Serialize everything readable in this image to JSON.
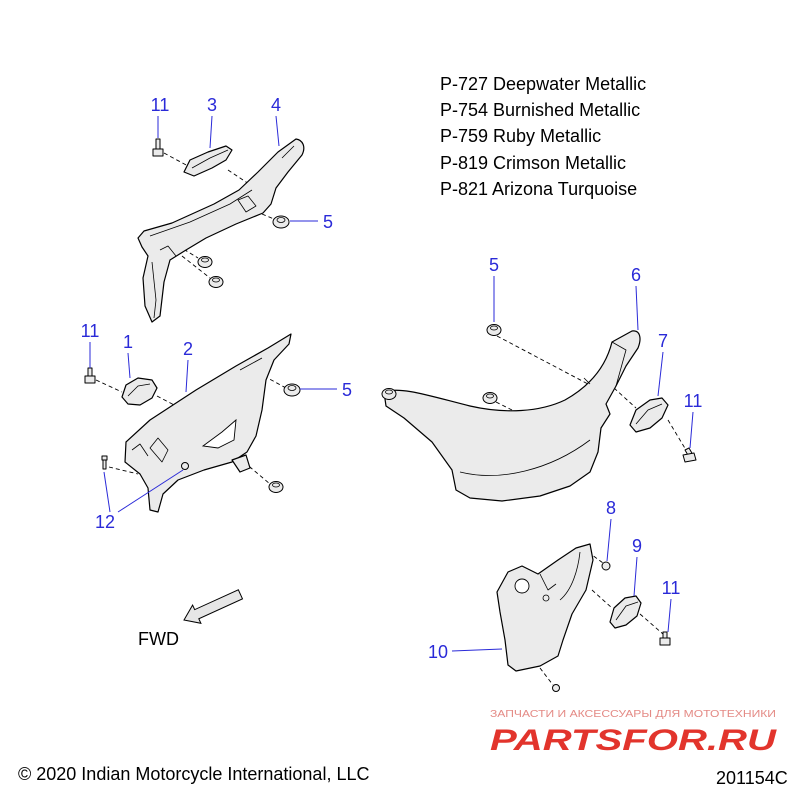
{
  "color_codes": [
    "P-727 Deepwater Metallic",
    "P-754 Burnished Metallic",
    "P-759 Ruby Metallic",
    "P-819 Crimson Metallic",
    "P-821 Arizona Turquoise"
  ],
  "callouts": [
    "11",
    "3",
    "4",
    "5",
    "5",
    "6",
    "11",
    "1",
    "2",
    "7",
    "5",
    "11",
    "12",
    "8",
    "9",
    "11",
    "10"
  ],
  "fwd_label": "FWD",
  "copyright": "© 2020 Indian Motorcycle International, LLC",
  "diagram_number": "201154C",
  "watermark": {
    "tagline": "ЗАПЧАСТИ И АКСЕССУАРЫ ДЛЯ МОТОТЕХНИКИ",
    "logo": "PARTSFOR.RU"
  },
  "colors": {
    "callout": "#2a2ad8",
    "part_fill": "#ebebeb",
    "outline": "#000000",
    "watermark": "#e2342c",
    "watermark_tagline": "#e48a85"
  }
}
